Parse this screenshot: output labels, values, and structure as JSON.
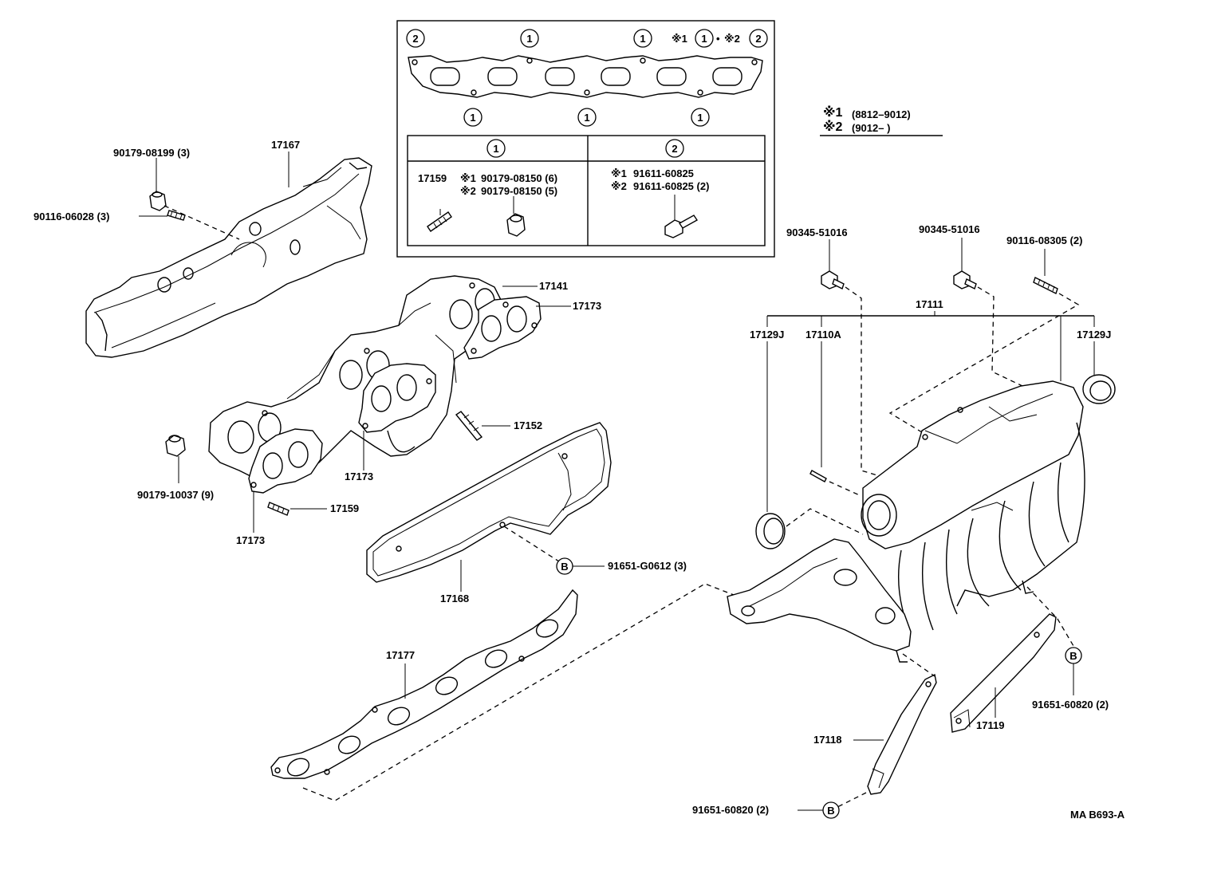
{
  "diagram": {
    "drawing_code": "MA B693-A",
    "legend": {
      "mark1": "※1",
      "mark1_range": "(8812–9012)",
      "mark2": "※2",
      "mark2_range": "(9012–        )"
    },
    "inset": {
      "top_markers": [
        "2",
        "1",
        "1"
      ],
      "top_note_1": "※1",
      "top_note_circle_1": "1",
      "top_note_sep": "•",
      "top_note_2": "※2",
      "top_note_circle_2": "2",
      "bottom_markers": [
        "1",
        "1",
        "1"
      ],
      "col1_header": "1",
      "col2_header": "2",
      "col1_part": "17159",
      "col1_line1_mark": "※1",
      "col1_line1_part": "90179-08150 (6)",
      "col1_line2_mark": "※2",
      "col1_line2_part": "90179-08150 (5)",
      "col2_line1_mark": "※1",
      "col2_line1_part": "91611-60825",
      "col2_line2_mark": "※2",
      "col2_line2_part": "91611-60825 (2)"
    },
    "labels": {
      "p90179_08199": "90179-08199 (3)",
      "p17167": "17167",
      "p90116_06028": "90116-06028 (3)",
      "p17141": "17141",
      "p17173_a": "17173",
      "p17152": "17152",
      "p90179_10037": "90179-10037 (9)",
      "p17173_b": "17173",
      "p17159": "17159",
      "p17173_c": "17173",
      "p91651_G0612": "91651-G0612 (3)",
      "p17168": "17168",
      "p17177": "17177",
      "p90345_51016_a": "90345-51016",
      "p90345_51016_b": "90345-51016",
      "p90116_08305": "90116-08305 (2)",
      "p17111": "17111",
      "p17129J_a": "17129J",
      "p17110A": "17110A",
      "p17129J_b": "17129J",
      "p91651_60820_a": "91651-60820 (2)",
      "p17119": "17119",
      "p17118": "17118",
      "p91651_60820_b": "91651-60820 (2)"
    },
    "ref_markers": {
      "b1": "B",
      "b2": "B",
      "b3": "B"
    }
  }
}
